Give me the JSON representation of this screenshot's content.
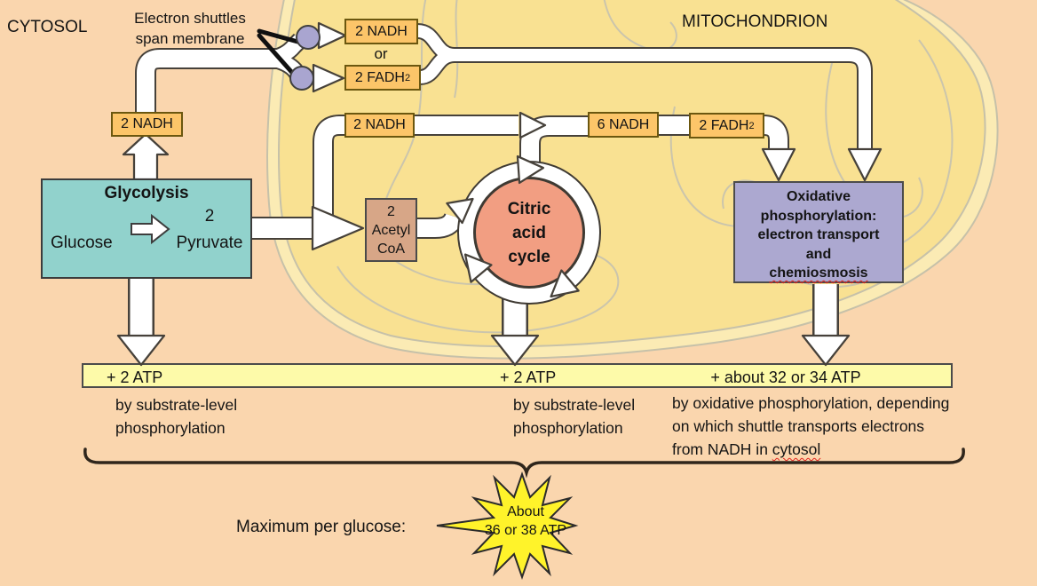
{
  "region_labels": {
    "cytosol": "CYTOSOL",
    "mitochondrion": "MITOCHONDRION"
  },
  "electron_shuttle": {
    "caption_line1": "Electron shuttles",
    "caption_line2": "span membrane",
    "nadh_label": "2 NADH",
    "or_label": "or",
    "fadh2_label": "2 FADH",
    "fadh2_sub": "2"
  },
  "glycolysis": {
    "title": "Glycolysis",
    "substrate": "Glucose",
    "product_count": "2",
    "product": "Pyruvate",
    "nadh_label": "2 NADH"
  },
  "pyruvate_oxidation": {
    "nadh_label": "2 NADH",
    "acetyl_line1": "2",
    "acetyl_line2": "Acetyl",
    "acetyl_line3": "CoA"
  },
  "citric_acid_cycle": {
    "line1": "Citric",
    "line2": "acid",
    "line3": "cycle",
    "nadh_label": "6 NADH",
    "fadh2_label": "2 FADH",
    "fadh2_sub": "2"
  },
  "oxidative_phosphorylation": {
    "line1": "Oxidative",
    "line2": "phosphorylation:",
    "line3": "electron transport",
    "line4": "and",
    "line5": "chemiosmosis"
  },
  "atp_bar": {
    "glycolysis_atp": "+ 2 ATP",
    "citric_atp": "+ 2 ATP",
    "oxphos_atp": "+ about 32 or 34 ATP",
    "glycolysis_note_line1": "by substrate-level",
    "glycolysis_note_line2": "phosphorylation",
    "citric_note_line1": "by substrate-level",
    "citric_note_line2": "phosphorylation",
    "oxphos_note_line1": "by oxidative phosphorylation, depending",
    "oxphos_note_line2": "on which shuttle transports electrons",
    "oxphos_note_line3_prefix": "from NADH in ",
    "oxphos_note_line3_underlined": "cytosol"
  },
  "summary": {
    "label": "Maximum per glucose:",
    "star_line1": "About",
    "star_line2": "36 or 38 ATP"
  },
  "colors": {
    "background": "#FAD6AE",
    "mitochondrion_fill": "#F9E192",
    "nadh_box": "#FCC569",
    "glycolysis_box": "#91D2CC",
    "acetyl_box": "#D7A687",
    "citric_circle": "#F29E82",
    "oxphos_box": "#ACA8D0",
    "atp_bar": "#FDFAA9",
    "starburst": "#FFF32A",
    "shuttle_circle": "#A9A5D0"
  }
}
